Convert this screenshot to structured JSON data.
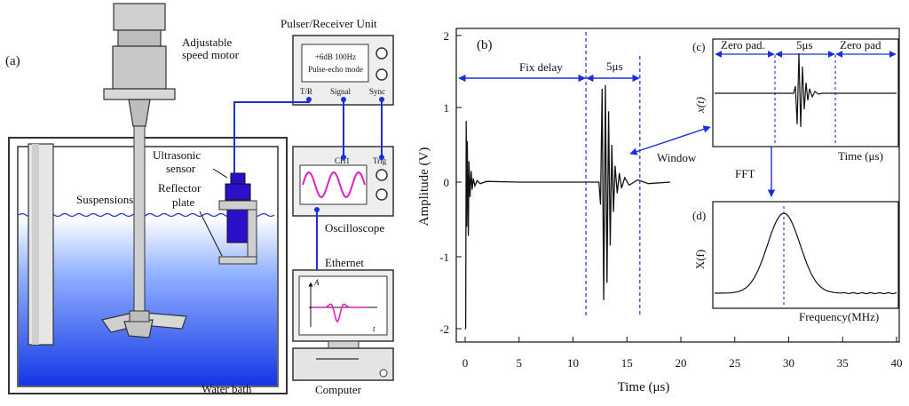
{
  "panel_a": {
    "panel_label": "(a)",
    "motor_label_1": "Adjustable",
    "motor_label_2": "speed motor",
    "pulser_title": "Pulser/Receiver Unit",
    "pulser_display_1": "+6dB 100Hz",
    "pulser_display_2": "Pulse-echo mode",
    "port_tr": "T/R",
    "port_signal": "Signal",
    "port_sync": "Sync",
    "sensor_label_1": "Ultrasonic",
    "sensor_label_2": "sensor",
    "reflector_label_1": "Reflector",
    "reflector_label_2": "plate",
    "suspensions_label": "Suspensions",
    "scope_ch1": "CH1",
    "scope_trig": "Trig",
    "oscilloscope_label": "Oscilloscope",
    "ethernet_label": "Ethernet",
    "screen_axis_a": "A",
    "screen_axis_t": "t",
    "computer_label": "Computer",
    "water_bath_label": "Water bath",
    "colors": {
      "water": "#1a3fe0",
      "cable": "#1a2fd8",
      "signal": "#e020c0",
      "sensor": "#2a10c8"
    }
  },
  "panel_b": {
    "panel_label": "(b)",
    "fix_delay_label": "Fix delay",
    "window_width_label": "5μs",
    "window_label": "Window",
    "ylabel": "Amplitude (V)",
    "xlabel": "Time (μs)"
  },
  "panel_c": {
    "panel_label": "(c)",
    "zero_pad_left": "Zero pad.",
    "window_width_label": "5μs",
    "zero_pad_right": "Zero pad",
    "ylabel": "x(t)",
    "xlabel": "Time (μs)",
    "fft_label": "FFT"
  },
  "panel_d": {
    "panel_label": "(d)",
    "ylabel": "X(f)",
    "xlabel": "Frequency(MHz)"
  },
  "shared_axis": {
    "xticks": [
      "0",
      "5",
      "10",
      "15",
      "20",
      "25",
      "30",
      "35",
      "40"
    ],
    "yticks": [
      "2",
      "1",
      "0",
      "-1",
      "-2"
    ]
  },
  "chart_data": {
    "type": "line",
    "xlabel": "Time (μs)",
    "ylabel": "Amplitude (V)",
    "xlim": [
      -0.5,
      40
    ],
    "ylim": [
      -2.05,
      2.05
    ],
    "window_markers_us": [
      11.2,
      16.2
    ],
    "series": [
      {
        "x": [
          0,
          0.05,
          0.1,
          0.15,
          0.2,
          0.3,
          0.35,
          0.45,
          0.55,
          0.65,
          0.75,
          0.9,
          1.1,
          1.4,
          2,
          5,
          10,
          12.4,
          12.55,
          12.7,
          12.85,
          13.0,
          13.15,
          13.3,
          13.45,
          13.6,
          13.75,
          13.9,
          14.1,
          14.3,
          14.5,
          14.8,
          15.2,
          16,
          17,
          19
        ],
        "y": [
          -1.97,
          -1.95,
          0.82,
          -0.6,
          0.55,
          -0.72,
          0.28,
          -0.2,
          0.15,
          -0.1,
          0.05,
          -0.05,
          0.02,
          -0.02,
          0.01,
          0.0,
          0.0,
          0.0,
          -0.3,
          1.25,
          -1.58,
          1.3,
          -1.35,
          0.95,
          -0.85,
          0.5,
          -0.4,
          0.22,
          -0.15,
          0.12,
          -0.08,
          0.06,
          -0.04,
          0.03,
          -0.02,
          0.0
        ]
      }
    ]
  }
}
